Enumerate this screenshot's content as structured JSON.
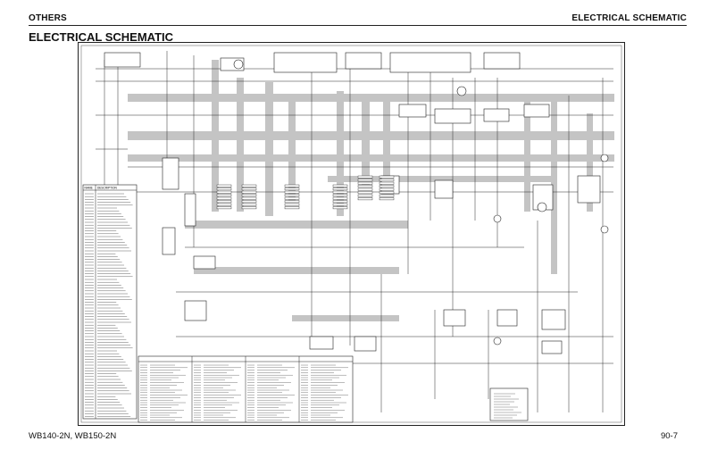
{
  "header": {
    "section_left": "OTHERS",
    "section_right": "ELECTRICAL SCHEMATIC"
  },
  "page_title": "ELECTRICAL SCHEMATIC",
  "footer": {
    "model": "WB140-2N, WB150-2N",
    "page_number": "90-7"
  },
  "legend_table_headers": {
    "code": "NAME",
    "description": "DESCRIPTION"
  },
  "colors": {
    "ink": "#222222",
    "wire_bundle": "#bdbdbd",
    "paper": "#ffffff"
  }
}
